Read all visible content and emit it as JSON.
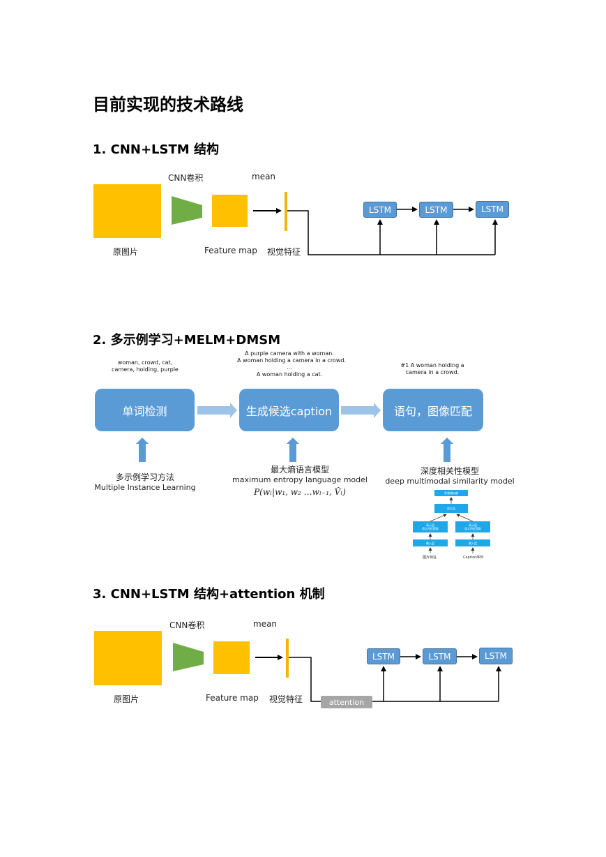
{
  "title": "目前实现的技术路线",
  "sections": [
    {
      "heading": "1.  CNN+LSTM 结构",
      "labels": {
        "cnn": "CNN卷积",
        "mean": "mean",
        "original": "原图片",
        "feature_map": "Feature map",
        "visual_feature": "视觉特征"
      },
      "lstm": [
        "LSTM",
        "LSTM",
        "LSTM"
      ]
    },
    {
      "heading": "2.  多示例学习+MELM+DMSM",
      "top_texts": [
        "woman, crowd, cat,",
        "camera, holding, purple",
        "A purple camera with a woman.",
        "A woman holding a camera in a crowd.",
        "...",
        "A woman holding a cat.",
        "#1  A woman holding a",
        "camera in a crowd."
      ],
      "boxes": [
        "单词检测",
        "生成候选caption",
        "语句，图像匹配"
      ],
      "bottom": {
        "mil_cn": "多示例学习方法",
        "mil_en": "Multiple Instance Learning",
        "melm_cn": "最大熵语言模型",
        "melm_en": "maximum entropy language model",
        "formula": "P(wₗ|w₁, w₂ …wₗ₋₁, V̂ₗ)",
        "dmsm_cn": "深度相关性模型",
        "dmsm_en": "deep multimodal similarity model"
      },
      "network": {
        "top": "余弦相似度",
        "middle": "语义层",
        "left_mid": "表示层",
        "left_mid2": "语义特征提取",
        "right_mid": "表示层",
        "right_mid2": "语义特征提取",
        "left_input": "输入层",
        "right_input": "输入层",
        "left_caption": "图片特征",
        "right_caption": "Caption序列"
      }
    },
    {
      "heading": "3.  CNN+LSTM 结构+attention 机制",
      "labels": {
        "cnn": "CNN卷积",
        "mean": "mean",
        "original": "原图片",
        "feature_map": "Feature map",
        "visual_feature": "视觉特征",
        "attention": "attention"
      },
      "lstm": [
        "LSTM",
        "LSTM",
        "LSTM"
      ]
    }
  ],
  "colors": {
    "image_yellow": "#FFC000",
    "trapezoid_green": "#70AD47",
    "lstm_blue": "#5B9BD5",
    "arrow_lightblue": "#9DC3E6",
    "attention_gray": "#A6A6A6"
  }
}
